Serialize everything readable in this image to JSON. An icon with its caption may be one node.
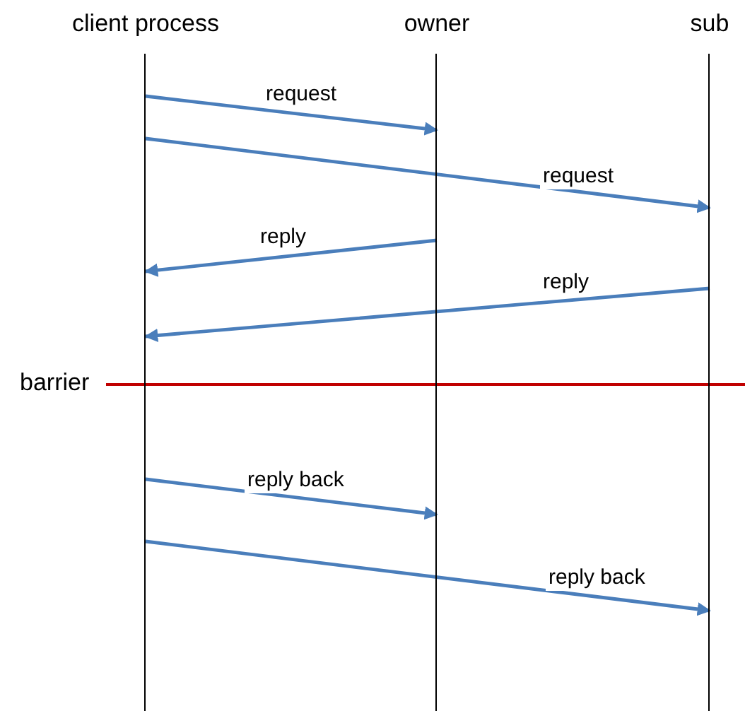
{
  "diagram": {
    "nodes": [
      {
        "text": [],
        "shape": "bar",
        "beside": [
          "client process"
        ]
      },
      {
        "text": [],
        "shape": "bar",
        "beside": [
          "owner"
        ]
      },
      {
        "text": [],
        "shape": "bar",
        "beside": [
          "sub"
        ]
      }
    ],
    "edges": [
      {
        "from": 0,
        "to": 1,
        "arrow": "to",
        "label": "request"
      },
      {
        "from": 0,
        "to": 2,
        "arrow": "to",
        "label": "request"
      },
      {
        "from": 1,
        "to": 0,
        "arrow": "to",
        "label": "reply"
      },
      {
        "from": 2,
        "to": 0,
        "arrow": "to",
        "label": "reply"
      },
      {
        "from": 0,
        "to": 1,
        "arrow": "to",
        "label": "reply back"
      },
      {
        "from": 0,
        "to": 2,
        "arrow": "to",
        "label": "reply back"
      }
    ],
    "labels": [
      "barrier"
    ]
  }
}
